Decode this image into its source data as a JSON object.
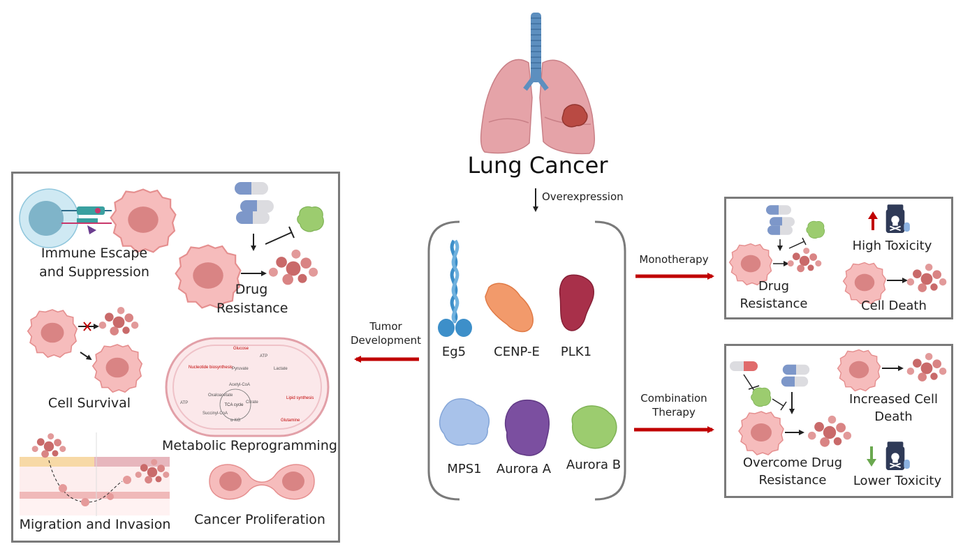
{
  "title": "Lung Cancer",
  "arrows": {
    "overexpression": "Overexpression",
    "tumor_development": "Tumor Development",
    "monotherapy": "Monotherapy",
    "combination_therapy": "Combination Therapy"
  },
  "proteins": {
    "eg5": "Eg5",
    "cenp_e": "CENP-E",
    "plk1": "PLK1",
    "mps1": "MPS1",
    "aurora_a": "Aurora A",
    "aurora_b": "Aurora B"
  },
  "hallmarks": {
    "immune_escape": "Immune Escape and Suppression",
    "drug_resistance": "Drug Resistance",
    "cell_survival": "Cell Survival",
    "metabolic": "Metabolic Reprogramming",
    "migration": "Migration and Invasion",
    "proliferation": "Cancer Proliferation"
  },
  "metabolism": {
    "glucose": "Glucose",
    "atp": "ATP",
    "nucleotide": "Nucleotide biosynthesis",
    "pyruvate": "Pyruvate",
    "lactate": "Lactate",
    "acetyl_coa": "Acetyl-CoA",
    "oxaloacetate": "Oxaloacetate",
    "citrate": "Citrate",
    "lipid": "Lipid synthesis",
    "tca": "TCA cycle",
    "succinyl_coa": "Succinyl-CoA",
    "akg": "α-KG",
    "glutamine": "Glutamine"
  },
  "monotherapy_box": {
    "drug_resistance": "Drug Resistance",
    "high_toxicity": "High Toxicity",
    "cell_death": "Cell Death"
  },
  "combination_box": {
    "increased_death": "Increased Cell Death",
    "overcome": "Overcome Drug Resistance",
    "lower_toxicity": "Lower Toxicity"
  },
  "colors": {
    "red_arrow": "#c00000",
    "box_border": "#7a7a7a",
    "cell_pink": "#f4b4b4",
    "nucleus": "#d98080",
    "lung": "#e8a3a8",
    "trachea": "#5d8fbf",
    "up_arrow": "#c00000",
    "down_arrow": "#6aa84f"
  }
}
